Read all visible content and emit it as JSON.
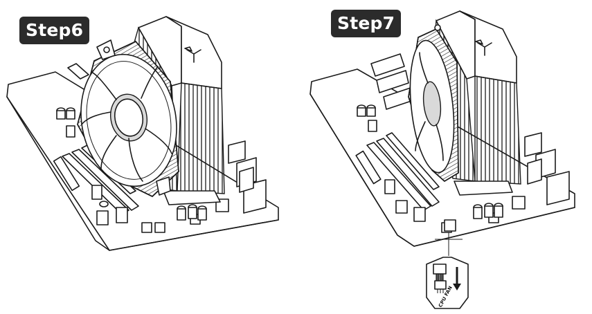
{
  "steps": [
    {
      "label": "Step6"
    },
    {
      "label": "Step7"
    }
  ],
  "connector": {
    "label": "CPU FAN"
  },
  "colors": {
    "label_bg": "#2b2b2b",
    "label_text": "#ffffff",
    "line": "#1a1a1a"
  },
  "icons": [
    "fan-icon",
    "heatsink-icon",
    "motherboard-icon",
    "down-arrow-icon",
    "connector-icon"
  ]
}
